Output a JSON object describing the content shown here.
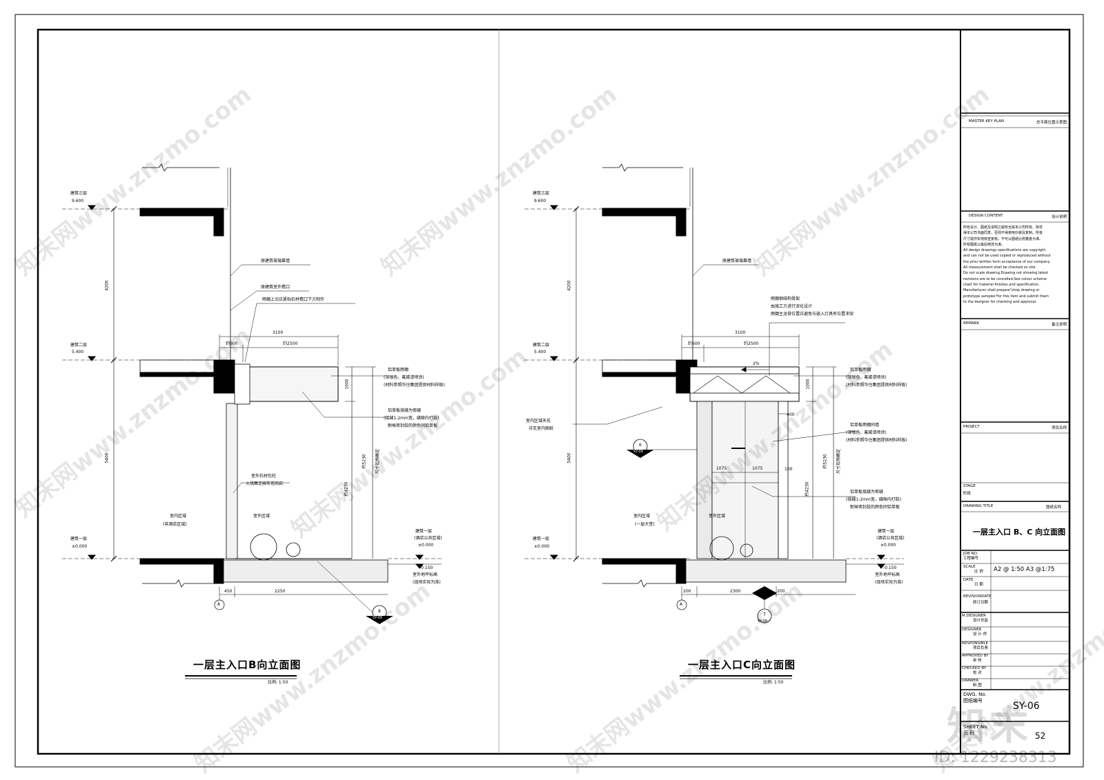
{
  "left_view": {
    "title": "一层主入口B向立面图",
    "scale": "比例: 1:50",
    "levels": [
      {
        "name": "建筑三层",
        "value": "9.600"
      },
      {
        "name": "建筑二层",
        "value": "5.400"
      },
      {
        "name": "建筑一层",
        "value": "±0.000"
      }
    ],
    "right_level": {
      "name": "建筑一层",
      "sub": "(酒店公共区域)",
      "value": "±0.000"
    },
    "ground": {
      "value": "-0.150",
      "l1": "室外地坪标高",
      "l2": "(现场实际为准)"
    },
    "vdims": [
      "4200",
      "5400"
    ],
    "hdims": {
      "total": "3100",
      "a": "约600",
      "b": "约2500",
      "bottom_a": "450",
      "bottom_b": "2250"
    },
    "canopy_dims": {
      "h": "1000",
      "approx1": "约4230",
      "approx2": "约5230",
      "note": "尺寸现场确定"
    },
    "notes": {
      "curtain_wall": "原建筑玻璃幕墙",
      "eave": "原建筑室外檐口",
      "eave_note": "雨棚上沿应紧贴石材檐口下方制作",
      "canopy_1": "铝单板雨棚",
      "canopy_2": "(深咖色，氟碳漆喷涂)",
      "canopy_3": "(材料参照华住集团提供材料样板)",
      "seam_1": "铝单板接缝为密缝",
      "seam_2": "(接缝1-2mm宽，缝隙内打胶)",
      "seam_3": "耐候密封胶的颜色同铝单板",
      "column_1": "室外石材包柱",
      "column_2": "火烧面芝麻灰花岗岩",
      "indoor_1": "室内区域",
      "indoor_2": "(非酒店区域)",
      "outdoor": "室外区域"
    },
    "grid_axis": "A",
    "callout": {
      "num": "8",
      "ref": "SY-09"
    }
  },
  "right_view": {
    "title": "一层主入口C向立面图",
    "scale": "比例: 1:50",
    "levels": [
      {
        "name": "建筑三层",
        "value": "9.600"
      },
      {
        "name": "建筑二层",
        "value": "5.400"
      },
      {
        "name": "建筑一层",
        "value": "±0.000"
      }
    ],
    "right_level": {
      "name": "建筑一层",
      "sub": "(酒店公共区域)",
      "value": "±0.000"
    },
    "ground": {
      "value": "-0.150",
      "l1": "室外地坪标高",
      "l2": "(现场实际为准)"
    },
    "vdims": [
      "4200",
      "5400"
    ],
    "hdims": {
      "total": "3100",
      "a": "约600",
      "b": "约2500",
      "slope": "2%",
      "bottom_a": "200",
      "bottom_b": "2300",
      "bottom_c": "200",
      "w1": "1075",
      "w2": "1075",
      "d400": "400",
      "d100": "100"
    },
    "canopy_dims": {
      "h": "1000",
      "approx1": "约4230",
      "approx2": "约5230",
      "note": "尺寸现场确定"
    },
    "notes": {
      "curtain_wall": "原建筑玻璃幕墙",
      "steel_1": "雨棚钢结构骨架",
      "steel_2": "由施工方进行深化设计",
      "steel_3": "雨棚主龙骨位置应避免与嵌入灯具有位置冲突",
      "canopy_1": "铝单板雨棚",
      "canopy_2": "(深咖色，氟碳漆喷涂)",
      "canopy_3": "(材料参照华住集团提供材料样板)",
      "wall_1": "铝单板雨棚同墙",
      "wall_2": "(深咖色，氟碳漆喷涂)",
      "wall_3": "(材料参照华住集团提供材料样板)",
      "seam_1": "铝单板接缝为密缝",
      "seam_2": "(接缝1-2mm宽，缝隙内打胶)",
      "seam_3": "耐候密封胶的颜色同铝单板",
      "ceiling_1": "室内区域天花",
      "ceiling_2": "详见室内图纸",
      "indoor_1": "室内区域",
      "indoor_2": "(一层大堂)",
      "outdoor": "室外区域"
    },
    "grid_axis": "A",
    "callout_6": {
      "num": "6",
      "ref": "SY-09"
    },
    "callout_7": {
      "num": "7",
      "ref": "SY-09"
    }
  },
  "title_block": {
    "key_plan": {
      "en": "MASTER KEY PLAN",
      "cn": "总平面位置示意图"
    },
    "design_content": {
      "en": "DESIGN CONTENT",
      "cn": "设计说明"
    },
    "design_text": [
      "所有设计、图纸及说明之版权全属本公司所有。除非",
      "得本公司书面同意，否则不得使用抄袭及复制。所有",
      "尺寸需作实地核查复核，不可以图纸比例量度为准。",
      "所有图纸以最后修改为准。",
      "All design drawings specifications are copyright",
      "and can not be used copied or reproduced without",
      "the prior written form acceptance of our company.",
      "All measurement shall be checked on site.",
      "Do not scale drawing.Drawing not showing latest",
      "revisions are to be concelled.See colour scheme",
      "chart for material finishes and specification.",
      "Manufacturer shall prepare\"shop drawing or",
      "prototype samples\"for this item and submit them",
      "to the designer for checking and approval."
    ],
    "remark": {
      "en": "REMARK",
      "cn": "备注说明"
    },
    "project": {
      "en": "PROJECT",
      "cn": "项目名称"
    },
    "stage": {
      "en": "STAGE",
      "cn": "阶段"
    },
    "drawing_title_label": {
      "en": "DRAWING TITLE",
      "cn": "图纸名称"
    },
    "drawing_title": "一层主入口 B、C 向立面图",
    "rows": [
      {
        "en": "JOB NO.",
        "cn": "工程编号",
        "value": ""
      },
      {
        "en": "SCALE",
        "cn": "比 例",
        "value": "A2 @ 1:50 A3 @1:75"
      },
      {
        "en": "DATE",
        "cn": "日 期",
        "value": ""
      },
      {
        "en": "REVISIONDATE",
        "cn": "修订日期",
        "value": ""
      }
    ],
    "people": [
      {
        "en": "M.DESIGNER",
        "cn": "设计总监"
      },
      {
        "en": "DESIGNER",
        "cn": "设 计 师"
      },
      {
        "en": "RESPONSIBLE",
        "cn": "项目负责"
      },
      {
        "en": "APPROVED BY",
        "cn": "审 核"
      },
      {
        "en": "CHECKED BY",
        "cn": "校 对"
      },
      {
        "en": "DRAWER",
        "cn": "制 图"
      }
    ],
    "dwg_no": {
      "en": "DWG. No.",
      "cn": "图纸编号",
      "value": "SY-06"
    },
    "sheet_no": {
      "en": "SHEET No.",
      "cn": "页 码",
      "value": "52"
    }
  },
  "watermark": {
    "text": "知末网www.znzmo.com",
    "logo": "知末",
    "id": "ID: 1229238313"
  }
}
